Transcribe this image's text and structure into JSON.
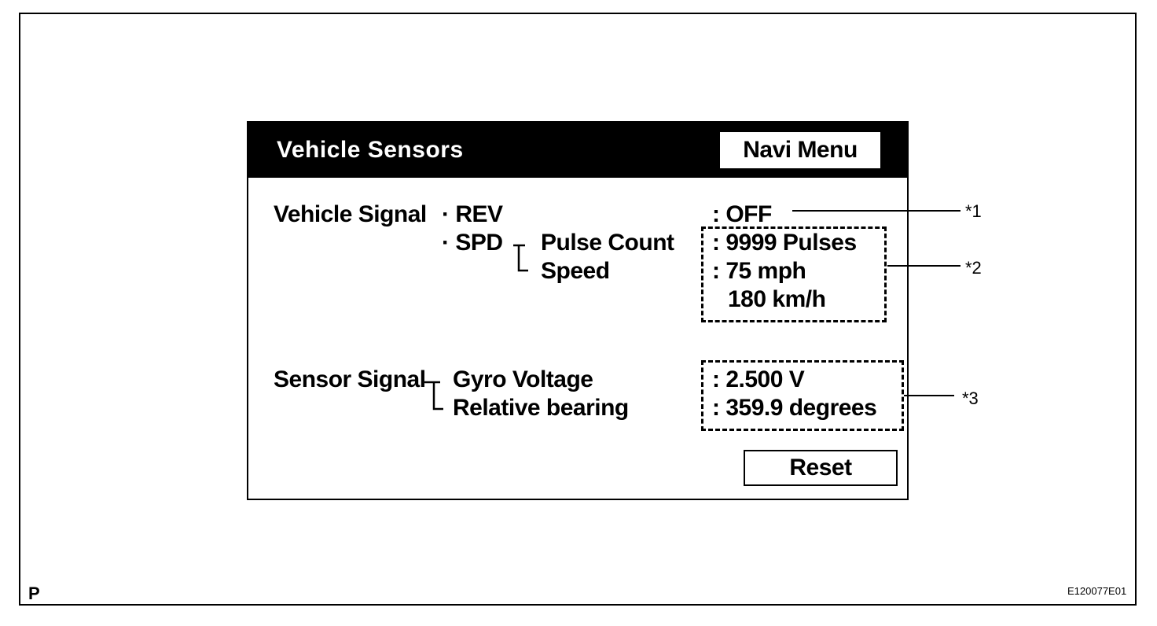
{
  "screen": {
    "title": "Vehicle Sensors",
    "navi_menu_label": "Navi Menu",
    "reset_label": "Reset"
  },
  "vehicle_signal": {
    "label": "Vehicle Signal",
    "rev": {
      "label": "· REV",
      "value": ": OFF"
    },
    "spd": {
      "label": "· SPD",
      "pulse_count": {
        "label": "Pulse Count",
        "value": ": 9999 Pulses"
      },
      "speed": {
        "label": "Speed",
        "value_mph": ": 75 mph",
        "value_kmh": "180 km/h"
      }
    }
  },
  "sensor_signal": {
    "label": "Sensor Signal",
    "gyro_voltage": {
      "label": "Gyro Voltage",
      "value": ": 2.500 V"
    },
    "relative_bearing": {
      "label": "Relative bearing",
      "value": ": 359.9 degrees"
    }
  },
  "callouts": [
    "*1",
    "*2",
    "*3"
  ],
  "figure": {
    "corner_letter": "P",
    "figure_code": "E120077E01"
  }
}
